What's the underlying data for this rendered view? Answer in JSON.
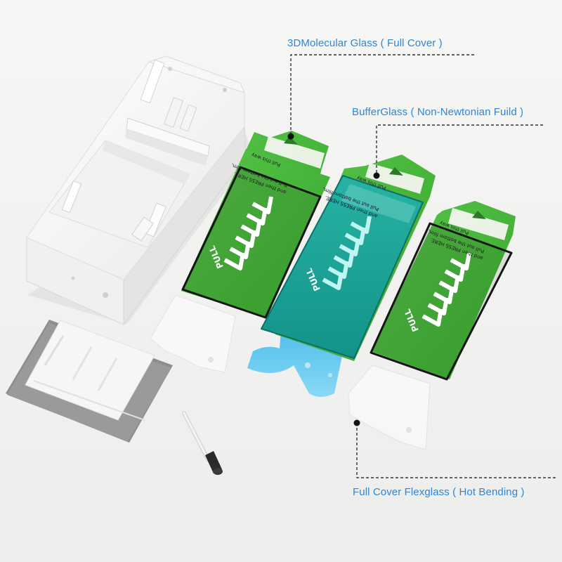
{
  "callouts": {
    "molecular": "3DMolecular Glass ( Full Cover )",
    "buffer": "BufferGlass ( Non-Newtonian Fuild )",
    "flex": "Full Cover Flexglass ( Hot Bending )"
  },
  "kit_text": {
    "tab_text": "Pull this way",
    "instruction_line1": "Pull out the bottom film,",
    "instruction_line2": "and then PRESS HERE.",
    "pull_label": "PULL"
  },
  "colors": {
    "callout_text": "#2f86d6",
    "applicator_green": "#46b83a",
    "buffer_teal": "#1fa79a",
    "buffer_tab_blue": "#63c9ee",
    "tray_white": "#fbfbfb"
  }
}
